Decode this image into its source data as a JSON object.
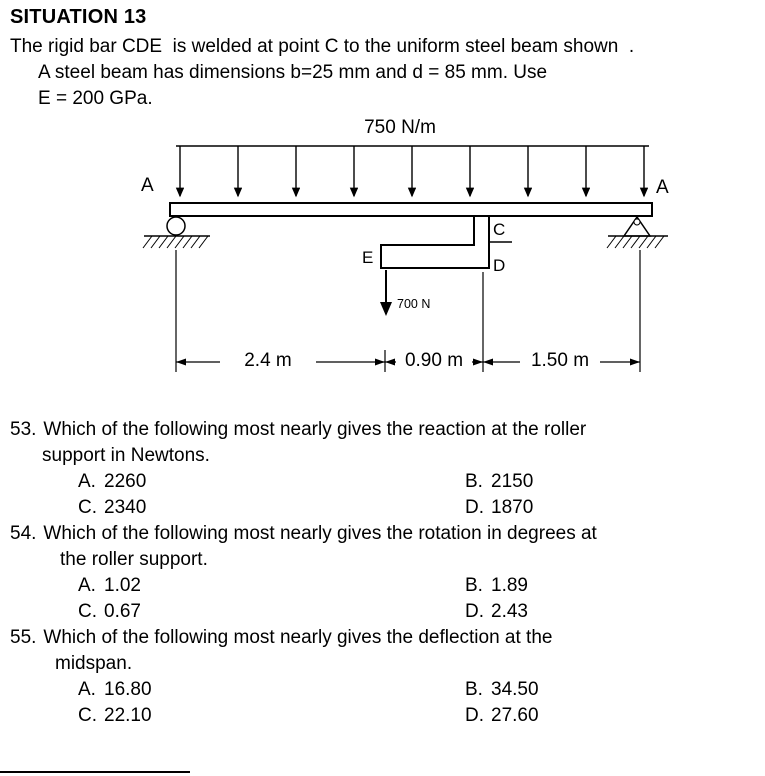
{
  "title": "SITUATION 13",
  "intro": {
    "line1": "The rigid bar CDE  is welded at point C to the uniform steel beam shown  .",
    "line2": "A steel beam has dimensions b=25 mm and d = 85 mm. Use",
    "line3": "E = 200 GPa."
  },
  "diagram": {
    "distributed_load_label": "750 N/m",
    "left_support_label": "A",
    "right_support_label": "A",
    "point_c": "C",
    "point_d": "D",
    "point_e": "E",
    "point_load_label": "700 N",
    "dim_left": "2.4 m",
    "dim_mid": "0.90 m",
    "dim_right": "1.50 m"
  },
  "questions": [
    {
      "number": "53.",
      "line1": "Which of the following most nearly gives the reaction at the roller",
      "line2": "support in Newtons.",
      "options": [
        {
          "label": "A.",
          "value": "2260"
        },
        {
          "label": "B.",
          "value": "2150"
        },
        {
          "label": "C.",
          "value": "2340"
        },
        {
          "label": "D.",
          "value": "1870"
        }
      ]
    },
    {
      "number": "54.",
      "line1": "Which of the following most nearly gives the rotation in degrees at",
      "line2": "the roller support.",
      "options": [
        {
          "label": "A.",
          "value": "1.02"
        },
        {
          "label": "B.",
          "value": "1.89"
        },
        {
          "label": "C.",
          "value": "0.67"
        },
        {
          "label": "D.",
          "value": "2.43"
        }
      ]
    },
    {
      "number": "55.",
      "line1": "Which of the following most nearly gives the deflection at the",
      "line2": "midspan.",
      "options": [
        {
          "label": "A.",
          "value": "16.80"
        },
        {
          "label": "B.",
          "value": "34.50"
        },
        {
          "label": "C.",
          "value": "22.10"
        },
        {
          "label": "D.",
          "value": "27.60"
        }
      ]
    }
  ]
}
